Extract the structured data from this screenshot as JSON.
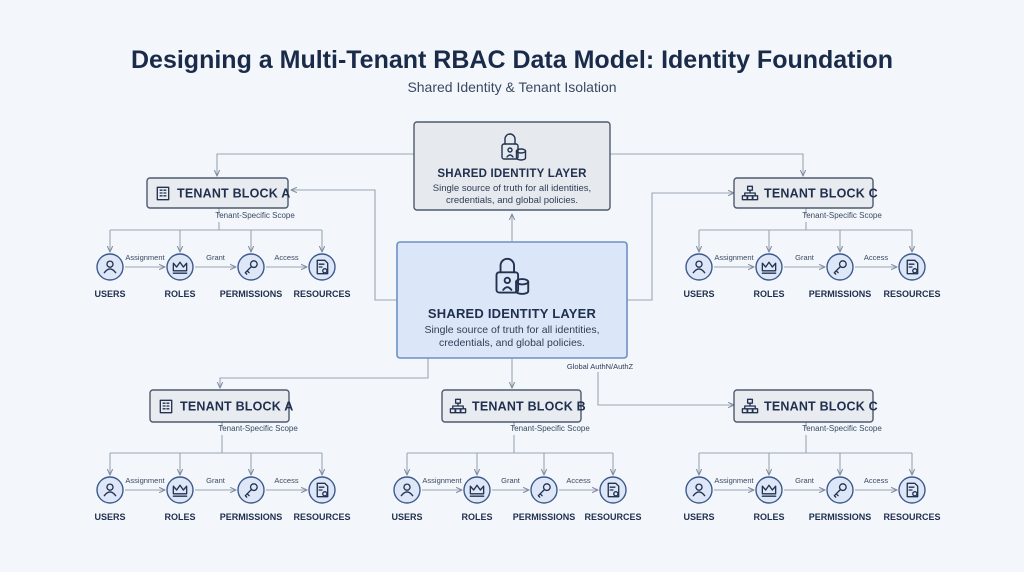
{
  "title": "Designing a Multi-Tenant RBAC Data Model: Identity Foundation",
  "subtitle": "Shared Identity & Tenant Isolation",
  "shared_top": {
    "name": "SHARED IDENTITY LAYER",
    "desc_line1": "Single source of truth for all identities,",
    "desc_line2": "credentials, and global policies."
  },
  "shared_center": {
    "name": "SHARED IDENTITY LAYER",
    "desc_line1": "Single source of truth for all identities,",
    "desc_line2": "credentials, and global policies.",
    "note": "Global AuthN/AuthZ"
  },
  "tenant_blocks": [
    {
      "name": "TENANT BLOCK A",
      "scope": "Tenant-Specific Scope",
      "icon": "building-icon"
    },
    {
      "name": "TENANT BLOCK C",
      "scope": "Tenant-Specific Scope",
      "icon": "org-chart-icon"
    },
    {
      "name": "TENANT BLOCK A",
      "scope": "Tenant-Specific Scope",
      "icon": "building-icon"
    },
    {
      "name": "TENANT BLOCK B",
      "scope": "Tenant-Specific Scope",
      "icon": "org-chart-icon"
    },
    {
      "name": "TENANT BLOCK C",
      "scope": "Tenant-Specific Scope",
      "icon": "org-chart-icon"
    }
  ],
  "chain": {
    "nodes": [
      {
        "label": "USERS",
        "icon": "user-icon"
      },
      {
        "label": "ROLES",
        "icon": "crown-icon"
      },
      {
        "label": "PERMISSIONS",
        "icon": "key-icon"
      },
      {
        "label": "RESOURCES",
        "icon": "document-gear-icon"
      }
    ],
    "edges": [
      "Assignment",
      "Grant",
      "Access"
    ]
  },
  "colors": {
    "background": "#f3f6fa",
    "shared_top_fill": "#e6e9ee",
    "shared_center_fill": "#dbe7f9",
    "shared_center_border": "#6f8fc4",
    "tenant_fill": "#e8ebf0",
    "node_fill": "#dde7f7",
    "node_border": "#3d5a8c",
    "connector": "#9aa6b6"
  }
}
